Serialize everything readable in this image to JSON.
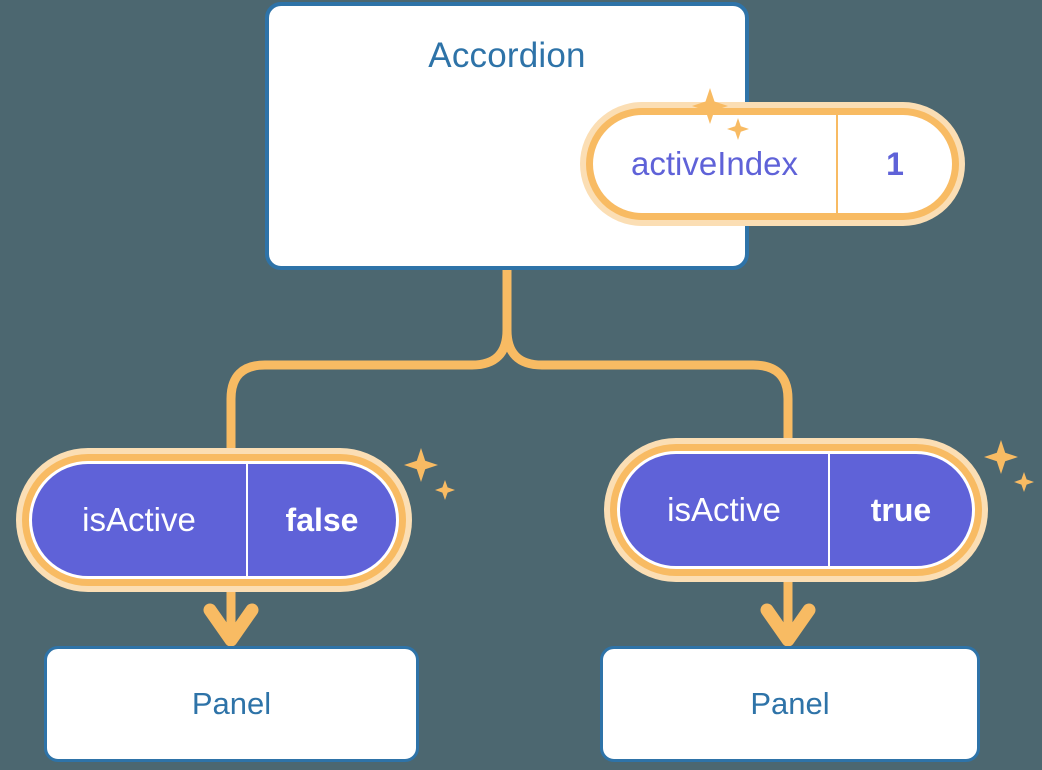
{
  "theme": {
    "background": "#4c6770",
    "card_border": "#2e73a8",
    "title_color": "#2e73a8",
    "ring_outer": "#fbdeb4",
    "ring_mid": "#f8bb63",
    "pill_fill_active": "#5f62d8",
    "connector": "#f8bb63",
    "sparkle": "#f8bb63"
  },
  "diagram": {
    "type": "component-state-tree",
    "root": {
      "title": "Accordion",
      "state": {
        "key": "activeIndex",
        "value": "1"
      }
    },
    "children": [
      {
        "state": {
          "key": "isActive",
          "value": "false"
        },
        "component": {
          "title": "Panel"
        }
      },
      {
        "state": {
          "key": "isActive",
          "value": "true"
        },
        "component": {
          "title": "Panel"
        }
      }
    ]
  },
  "icons": {
    "sparkle_large": "sparkle-icon",
    "sparkle_small": "sparkle-icon",
    "arrow": "arrow-down-icon"
  }
}
